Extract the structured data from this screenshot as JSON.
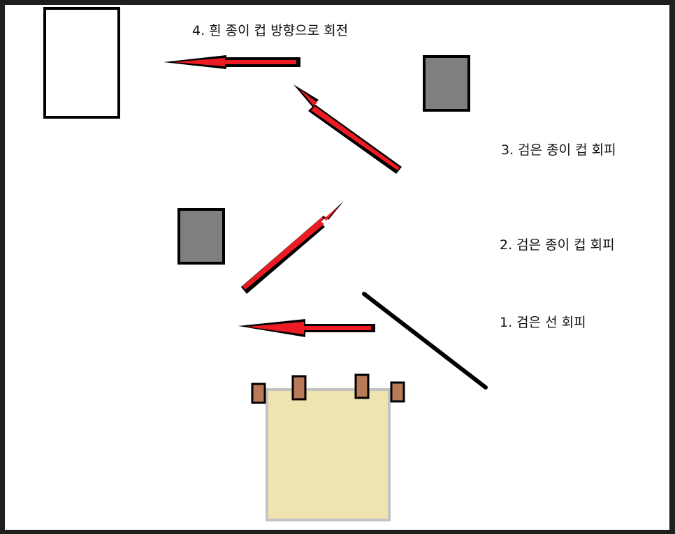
{
  "steps": [
    {
      "label": "1. 검은 선 회피"
    },
    {
      "label": "2. 검은 종이 컵 회피"
    },
    {
      "label": "3. 검은 종이 컵 회피"
    },
    {
      "label": "4. 흰 종이 컵 방향으로 회전"
    }
  ],
  "colors": {
    "background": "#ffffff",
    "frame": "#1f1f1f",
    "black_cup": "#7f7f7f",
    "white_cup": "#ffffff",
    "arrow_fill": "#ed1c24",
    "arrow_outline": "#000000",
    "robot_body": "#efe4b0",
    "robot_border": "#c3c3c3",
    "wheel": "#b97a57",
    "black_line": "#000000"
  },
  "icons": {
    "white_cup": "white-paper-cup-icon",
    "black_cup": "black-paper-cup-icon",
    "robot": "robot-car-icon",
    "black_line": "black-line-obstacle",
    "arrow": "red-arrow-icon"
  }
}
